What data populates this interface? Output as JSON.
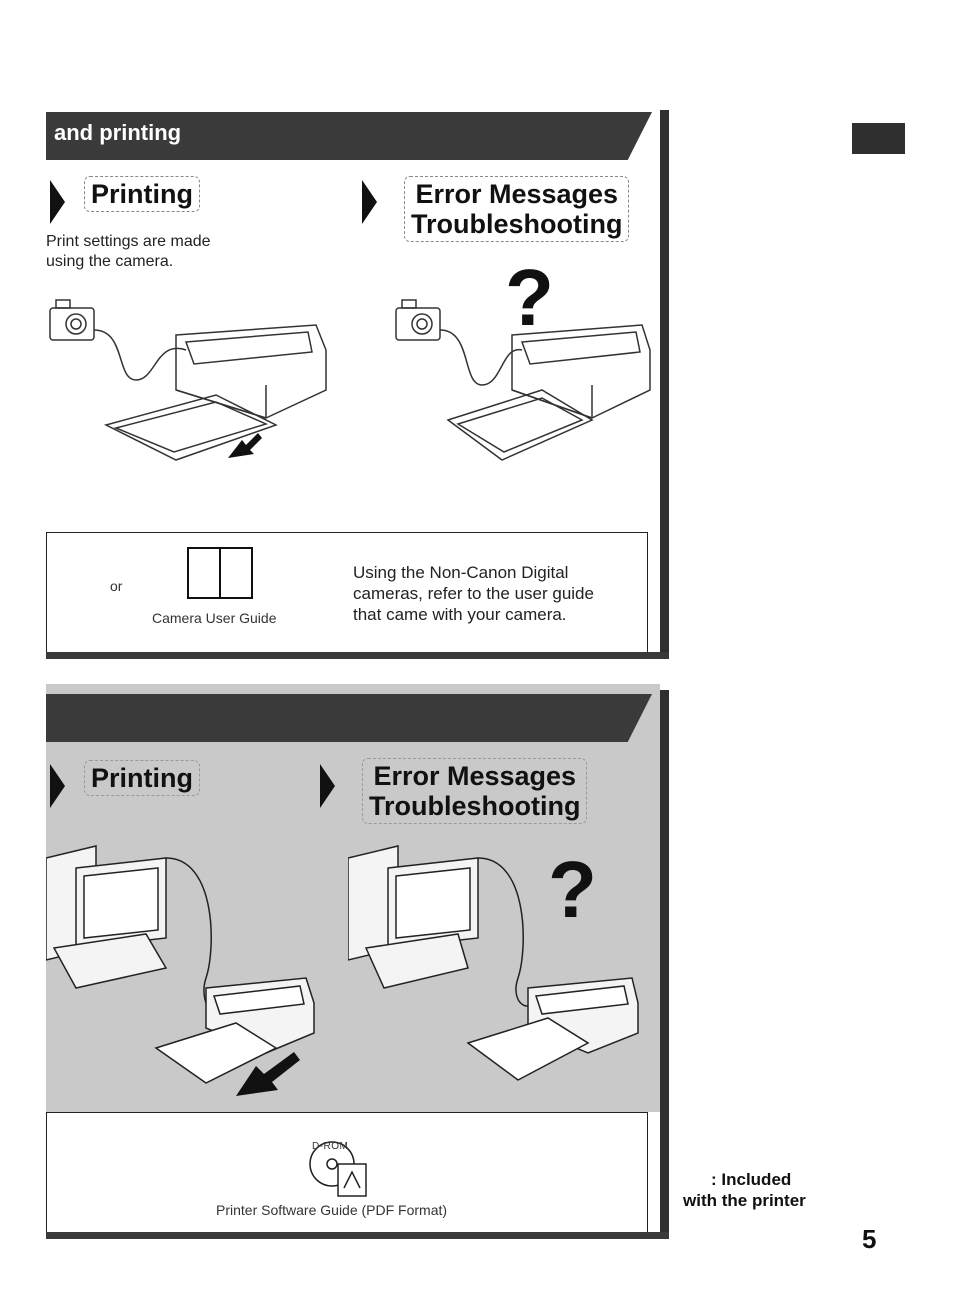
{
  "top_section": {
    "banner_title": "and printing",
    "printing_heading": "Printing",
    "printing_desc_line1": "Print settings are made",
    "printing_desc_line2": "using the camera.",
    "error_heading_line1": "Error Messages",
    "error_heading_line2": "Troubleshooting",
    "question_mark": "?",
    "or_label": "or",
    "manual_caption": "Camera User Guide",
    "note_line1": "Using the Non-Canon Digital",
    "note_line2": "cameras, refer to the user guide",
    "note_line3": "that came with your camera."
  },
  "bottom_section": {
    "printing_heading": "Printing",
    "error_heading_line1": "Error Messages",
    "error_heading_line2": "Troubleshooting",
    "question_mark": "?",
    "cd_label": "D-ROM",
    "cd_caption": "Printer Software Guide (PDF Format)"
  },
  "legend": {
    "line1": ": Included",
    "line2": "with the printer"
  },
  "page_number": "5"
}
